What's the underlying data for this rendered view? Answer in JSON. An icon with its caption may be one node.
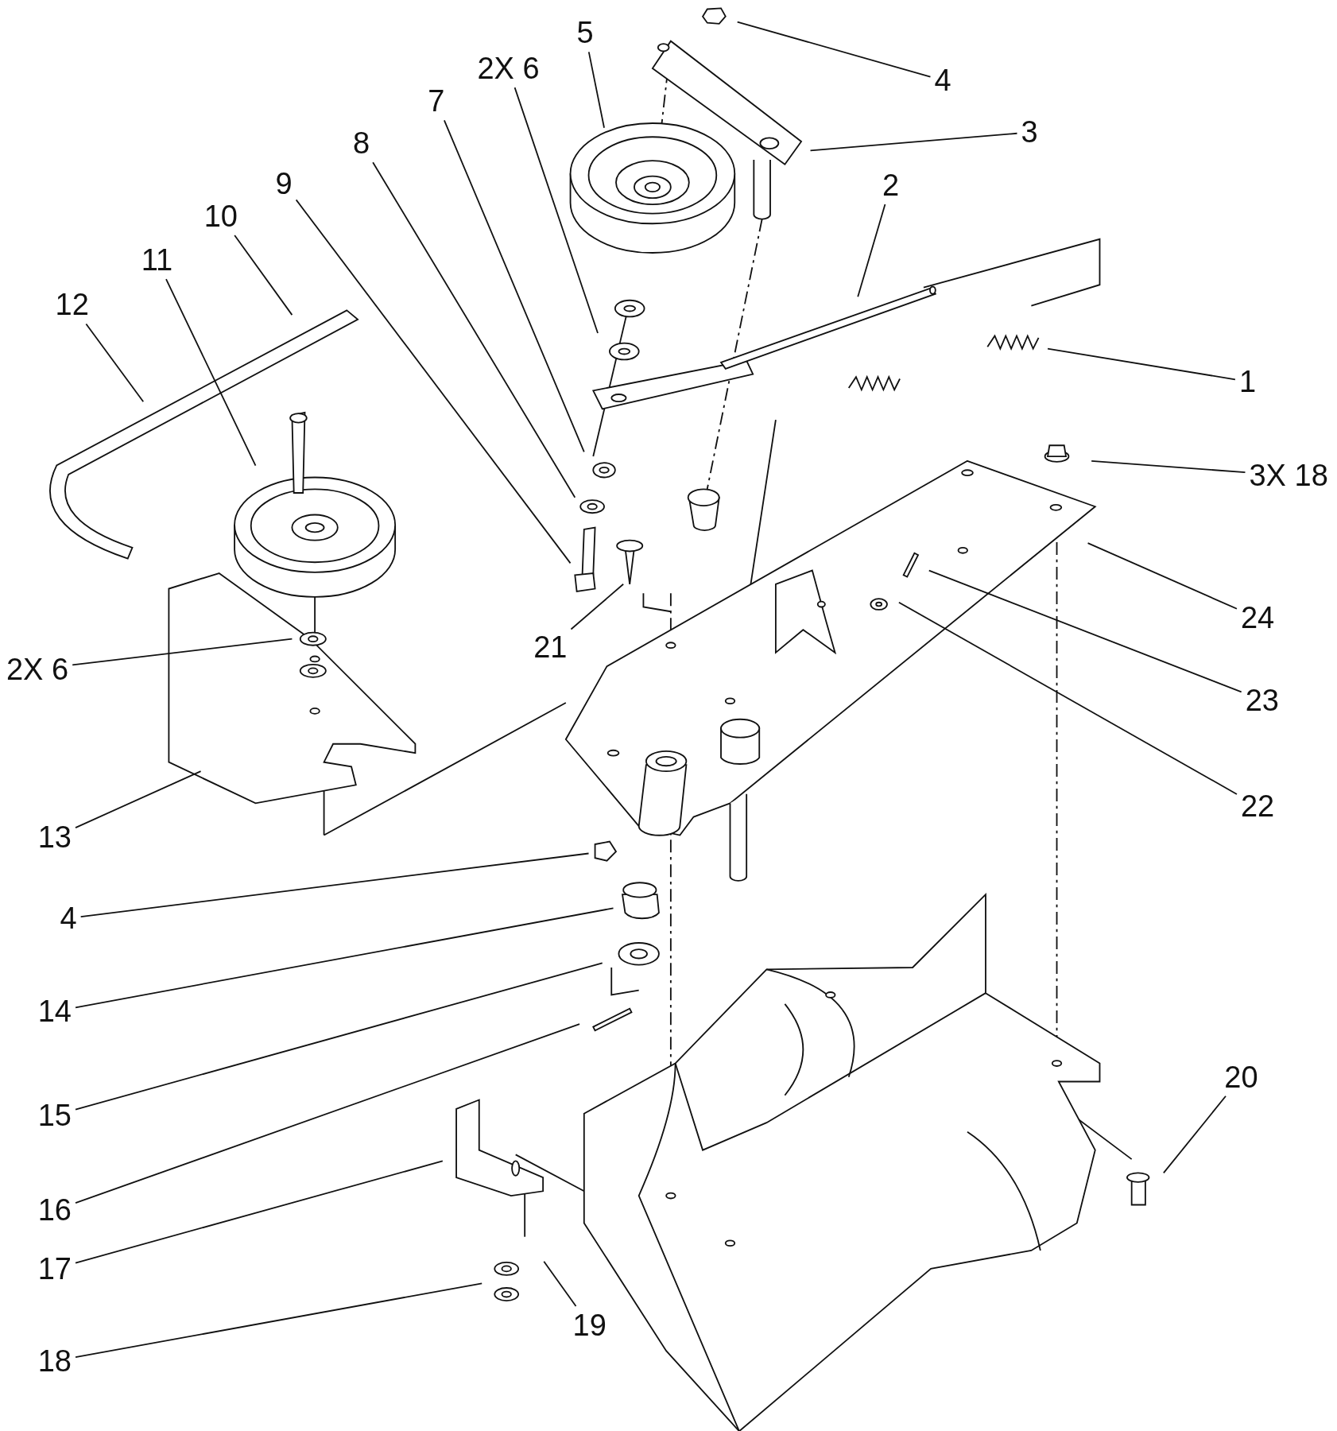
{
  "diagram": {
    "nodes": [
      {
        "text": [
          "1"
        ]
      },
      {
        "text": [
          "2"
        ]
      },
      {
        "text": [
          "3"
        ]
      },
      {
        "text": [
          "4"
        ]
      },
      {
        "text": [
          "5"
        ]
      },
      {
        "text": [
          "2X 6"
        ]
      },
      {
        "text": [
          "7"
        ]
      },
      {
        "text": [
          "8"
        ]
      },
      {
        "text": [
          "9"
        ]
      },
      {
        "text": [
          "10"
        ]
      },
      {
        "text": [
          "11"
        ]
      },
      {
        "text": [
          "12"
        ]
      },
      {
        "text": [
          "3X 18"
        ]
      },
      {
        "text": [
          "2X 6"
        ]
      },
      {
        "text": [
          "21"
        ]
      },
      {
        "text": [
          "24"
        ]
      },
      {
        "text": [
          "23"
        ]
      },
      {
        "text": [
          "13"
        ]
      },
      {
        "text": [
          "22"
        ]
      },
      {
        "text": [
          "4"
        ]
      },
      {
        "text": [
          "14"
        ]
      },
      {
        "text": [
          "15"
        ]
      },
      {
        "text": [
          "16"
        ]
      },
      {
        "text": [
          "20"
        ]
      },
      {
        "text": [
          "17"
        ]
      },
      {
        "text": [
          "19"
        ]
      },
      {
        "text": [
          "18"
        ]
      }
    ],
    "edges": [
      {
        "from": 0,
        "to": null,
        "arrow": "none"
      },
      {
        "from": 1,
        "to": null,
        "arrow": "none"
      },
      {
        "from": 2,
        "to": null,
        "arrow": "none"
      },
      {
        "from": 3,
        "to": null,
        "arrow": "none"
      },
      {
        "from": 4,
        "to": null,
        "arrow": "none"
      },
      {
        "from": 5,
        "to": null,
        "arrow": "none"
      },
      {
        "from": 6,
        "to": null,
        "arrow": "none"
      },
      {
        "from": 7,
        "to": null,
        "arrow": "none"
      },
      {
        "from": 8,
        "to": null,
        "arrow": "none"
      },
      {
        "from": 9,
        "to": null,
        "arrow": "none"
      },
      {
        "from": 10,
        "to": null,
        "arrow": "none"
      },
      {
        "from": 11,
        "to": null,
        "arrow": "none"
      },
      {
        "from": 12,
        "to": null,
        "arrow": "none"
      },
      {
        "from": 13,
        "to": null,
        "arrow": "none"
      },
      {
        "from": 14,
        "to": null,
        "arrow": "none"
      },
      {
        "from": 15,
        "to": null,
        "arrow": "none"
      },
      {
        "from": 16,
        "to": null,
        "arrow": "none"
      },
      {
        "from": 17,
        "to": null,
        "arrow": "none"
      },
      {
        "from": 18,
        "to": null,
        "arrow": "none"
      },
      {
        "from": 19,
        "to": null,
        "arrow": "none"
      },
      {
        "from": 20,
        "to": null,
        "arrow": "none"
      },
      {
        "from": 21,
        "to": null,
        "arrow": "none"
      },
      {
        "from": 22,
        "to": null,
        "arrow": "none"
      },
      {
        "from": 23,
        "to": null,
        "arrow": "none"
      },
      {
        "from": 24,
        "to": null,
        "arrow": "none"
      },
      {
        "from": 25,
        "to": null,
        "arrow": "none"
      },
      {
        "from": 26,
        "to": null,
        "arrow": "none"
      }
    ]
  }
}
